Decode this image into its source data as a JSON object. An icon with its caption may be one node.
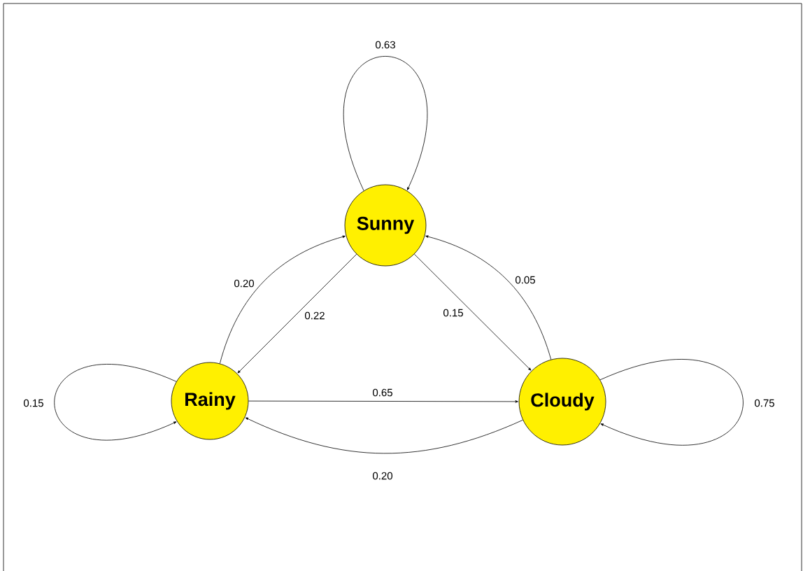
{
  "diagram": {
    "nodes": [
      {
        "text": [
          "Sunny"
        ]
      },
      {
        "text": [
          "Rainy"
        ]
      },
      {
        "text": [
          "Cloudy"
        ]
      }
    ],
    "edges": [
      {
        "from": 0,
        "to": 0,
        "arrow": "to",
        "label": "0.63"
      },
      {
        "from": 1,
        "to": 0,
        "arrow": "to",
        "label": "0.20"
      },
      {
        "from": 0,
        "to": 1,
        "arrow": "to",
        "label": "0.22"
      },
      {
        "from": 0,
        "to": 2,
        "arrow": "to",
        "label": "0.15"
      },
      {
        "from": 2,
        "to": 0,
        "arrow": "to",
        "label": "0.05"
      },
      {
        "from": 1,
        "to": 1,
        "arrow": "to",
        "label": "0.15"
      },
      {
        "from": 1,
        "to": 2,
        "arrow": "to",
        "label": "0.65"
      },
      {
        "from": 2,
        "to": 1,
        "arrow": "to",
        "label": "0.20"
      },
      {
        "from": 2,
        "to": 2,
        "arrow": "to",
        "label": "0.75"
      }
    ]
  }
}
